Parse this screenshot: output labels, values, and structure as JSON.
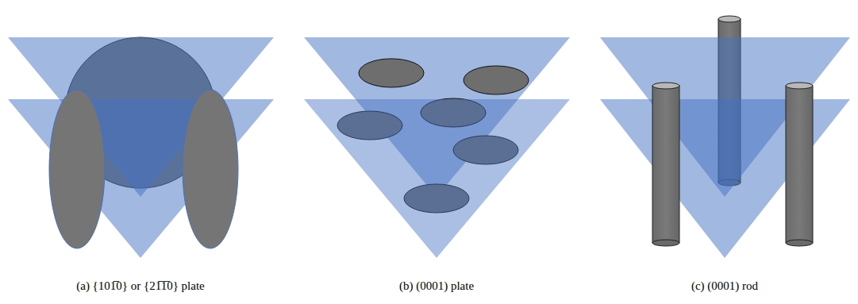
{
  "diagram": {
    "labels": [
      "(a) {101̅0} or {21̅1̅0} plate",
      "(b) (0001) plate",
      "(c) (0001) rod"
    ]
  }
}
